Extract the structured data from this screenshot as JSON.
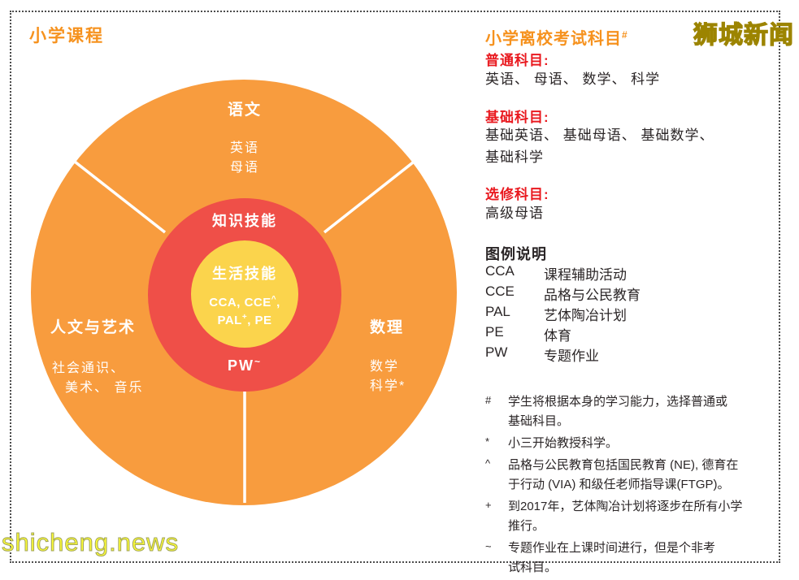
{
  "page": {
    "title": "小学课程",
    "watermark_top": "狮城新闻",
    "watermark_bottom": "shicheng.news"
  },
  "diagram": {
    "segments": [
      {
        "label": "语文",
        "subjects": "英语\n母语"
      },
      {
        "label": "人文与艺术",
        "subjects": "社会通识、\n美术、 音乐"
      },
      {
        "label": "数理",
        "subjects": "数学\n科学*"
      }
    ],
    "ring_label": "知识技能",
    "center_label": "生活技能",
    "center_badges": {
      "line1_text": "CCA, CCE",
      "line1_sup": "^",
      "line1_tail": ",",
      "line2_text": "PAL",
      "line2_sup": "+",
      "line2_tail": ", PE"
    },
    "pw": {
      "text": "PW",
      "sup": "~"
    }
  },
  "exam": {
    "title": "小学离校考试科目",
    "title_sup": "#",
    "sections": [
      {
        "heading": "普通科目:",
        "body": "英语、 母语、 数学、 科学"
      },
      {
        "heading": "基础科目:",
        "body": "基础英语、 基础母语、 基础数学、\n基础科学"
      },
      {
        "heading": "选修科目:",
        "body": "高级母语"
      }
    ]
  },
  "legend": {
    "title": "图例说明",
    "items": [
      {
        "abbr": "CCA",
        "desc": "课程辅助活动"
      },
      {
        "abbr": "CCE",
        "desc": "品格与公民教育"
      },
      {
        "abbr": "PAL",
        "desc": "艺体陶冶计划"
      },
      {
        "abbr": "PE",
        "desc": "体育"
      },
      {
        "abbr": "PW",
        "desc": "专题作业"
      }
    ]
  },
  "footnotes": [
    {
      "marker": "#",
      "text": "学生将根据本身的学习能力，选择普通或\n基础科目。"
    },
    {
      "marker": "*",
      "text": "小三开始教授科学。"
    },
    {
      "marker": "^",
      "text": "品格与公民教育包括国民教育 (NE), 德育在\n于行动 (VIA) 和级任老师指导课(FTGP)。"
    },
    {
      "marker": "+",
      "text": "到2017年，艺体陶冶计划将逐步在所有小学\n推行。"
    },
    {
      "marker": "~",
      "text": "专题作业在上课时间进行，但是个非考\n试科目。"
    }
  ],
  "colors": {
    "circle_orange": "#F89C3E",
    "ring_red": "#EF4F48",
    "center_yellow": "#FBD44C",
    "heading_orange": "#F6921E",
    "heading_red": "#E9191F",
    "body_text": "#2B2627",
    "watermark_yellow": "#FFF100",
    "divider_white": "#FFFFFF"
  }
}
